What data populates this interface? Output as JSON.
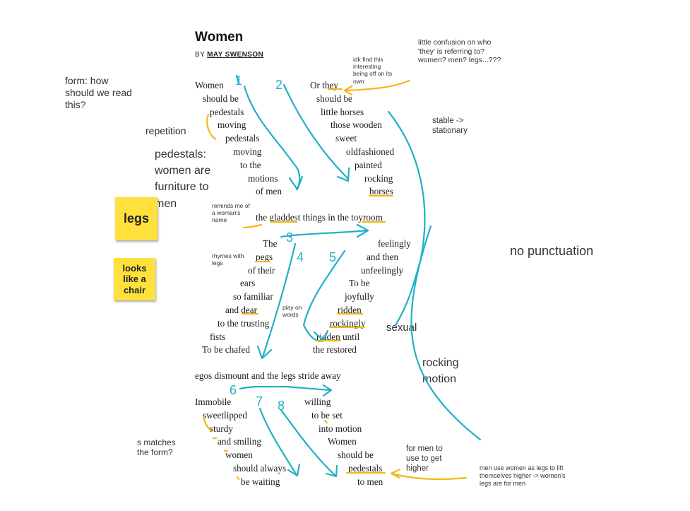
{
  "header": {
    "title": "Women",
    "byline_prefix": "BY",
    "author": "MAY SWENSON"
  },
  "poem": {
    "left_column_1": [
      "Women",
      "should be",
      "pedestals",
      "moving",
      "pedestals",
      "moving",
      "to the",
      "motions",
      "of men"
    ],
    "right_column_1": [
      "Or they",
      "should be",
      "little horses",
      "those wooden",
      "sweet",
      "oldfashioned",
      "painted",
      "rocking",
      "horses"
    ],
    "center_line_1": "the gladdest things in the toyroom",
    "left_column_2": [
      "The",
      "pegs",
      "of their",
      "ears",
      "so familiar",
      "and dear",
      "to the trusting",
      "fists",
      "To be chafed"
    ],
    "right_column_2": [
      "feelingly",
      "and then",
      "unfeelingly",
      "To be",
      "joyfully",
      "ridden",
      "rockingly",
      "ridden until",
      "the restored"
    ],
    "center_line_2": "egos dismount and the legs stride away",
    "left_column_3": [
      "Immobile",
      "sweetlipped",
      "sturdy",
      "and smiling",
      "women",
      "should always",
      "be waiting"
    ],
    "right_column_3": [
      "willing",
      "to be set",
      "into motion",
      "Women",
      "should be",
      "pedestals",
      "to men"
    ]
  },
  "annotations": {
    "form": "form: how should we read this?",
    "repetition": "repetition",
    "pedestals": "pedestals: women are furniture to men",
    "idk": "idk find this interesting being off on its own",
    "confusion": "little confusion on who 'they' is referring to? women? men? legs...???",
    "stable": "stable -> stationary",
    "reminds": "reminds me of a woman's name",
    "rhymes": "rhymes with legs",
    "play_on_words": "play on words",
    "no_punctuation": "no punctuation",
    "sexual": "sexual",
    "rocking_motion": "rocking motion",
    "s_matches": "s matches the form?",
    "for_men": "for men to use to get higher",
    "men_use": "men use women as legs to lift themselves higher -> women's legs are for men"
  },
  "sticky_notes": {
    "legs": "legs",
    "chair": "looks like a chair"
  },
  "ink_numbers": [
    "1",
    "2",
    "3",
    "4",
    "5",
    "6",
    "7",
    "8"
  ],
  "colors": {
    "teal_ink": "#21b0c4",
    "gold_ink": "#f2b81a",
    "sticky": "#ffe13d"
  }
}
